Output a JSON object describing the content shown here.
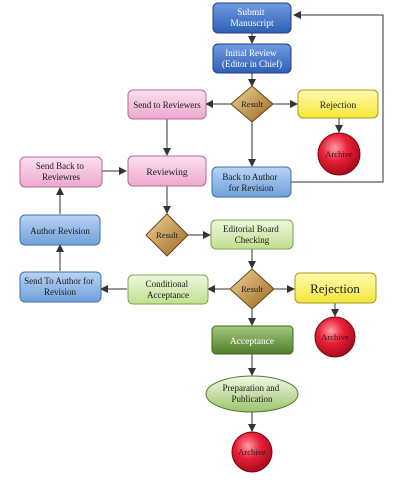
{
  "colors": {
    "blue": "#4f7fcf",
    "blue_light": "#8eb7e6",
    "pink": "#f2b6d8",
    "yellow": "#faf15a",
    "green_light": "#d6edb0",
    "green_dark": "#6f9a49",
    "diamond": "#b5812f",
    "archive": "#d8152b",
    "arrow": "#333333"
  },
  "nodes": {
    "submit": "Submit Manuscript",
    "initial_review": "Initial Review (Editor in Chief)",
    "result_1": "Result",
    "send_to_reviewers": "Send to Reviewers",
    "rejection_1": "Rejection",
    "archive_1": "Archive",
    "reviewing": "Reviewing",
    "send_back_to_reviewers": "Send Back to Reviewres",
    "back_to_author": "Back to Author for Revision",
    "result_2": "Result",
    "editorial_board": "Editorial Board Checking",
    "author_revision": "Author Revision",
    "send_to_author": "Send To Author for Revision",
    "conditional_acceptance": "Conditional Acceptance",
    "result_3": "Result",
    "rejection_2": "Rejection",
    "acceptance": "Acceptance",
    "archive_2": "Archive",
    "preparation": "Preparation and Publication",
    "archive_3": "Archive"
  }
}
